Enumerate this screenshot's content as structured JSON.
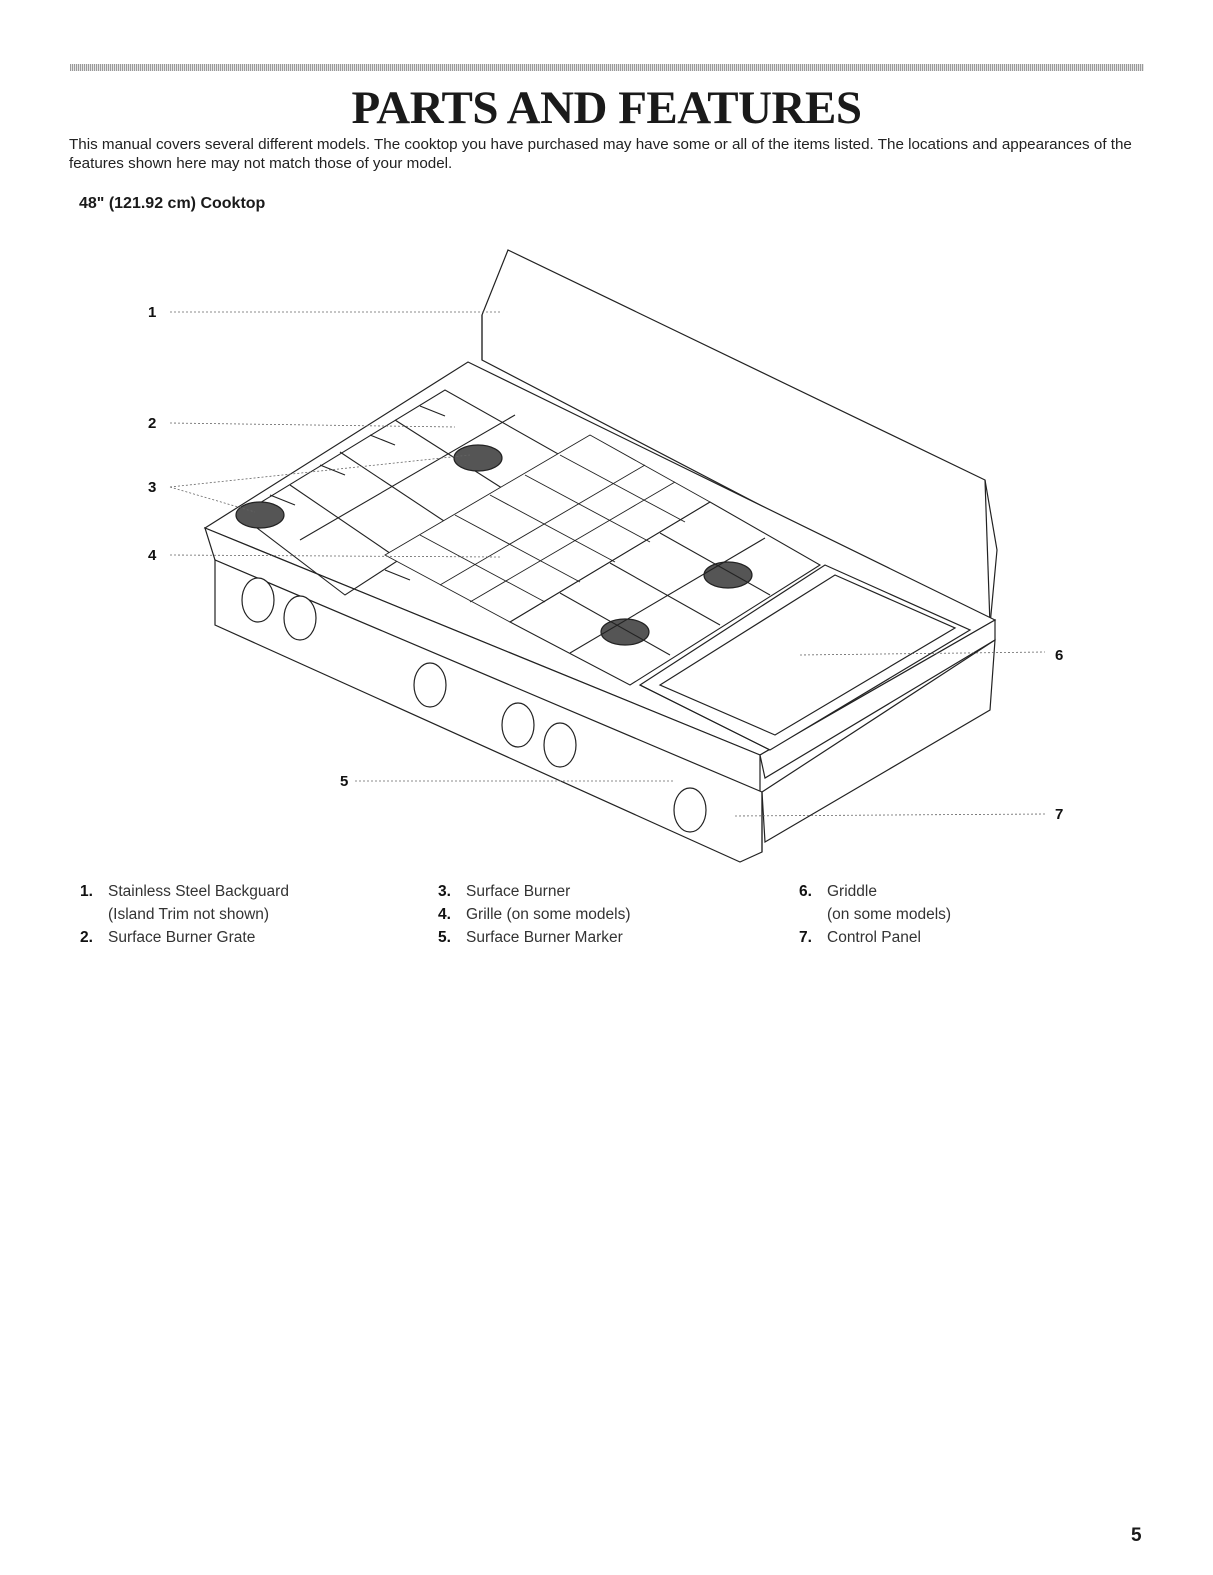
{
  "page": {
    "title": "PARTS AND FEATURES",
    "intro": "This manual covers several different models. The cooktop you have purchased may have some or all of the items listed. The locations and appearances of the features shown here may not match those of your model.",
    "subheading": "48\" (121.92 cm) Cooktop",
    "page_number": "5"
  },
  "diagram": {
    "callouts": [
      "1",
      "2",
      "3",
      "4",
      "5",
      "6",
      "7"
    ]
  },
  "legend": {
    "col1": [
      {
        "num": "1.",
        "text": "Stainless Steel Backguard\n(Island Trim not shown)"
      },
      {
        "num": "2.",
        "text": "Surface Burner Grate"
      }
    ],
    "col2": [
      {
        "num": "3.",
        "text": "Surface Burner"
      },
      {
        "num": "4.",
        "text": "Grille (on some models)"
      },
      {
        "num": "5.",
        "text": "Surface Burner Marker"
      }
    ],
    "col3": [
      {
        "num": "6.",
        "text": "Griddle\n(on some models)"
      },
      {
        "num": "7.",
        "text": "Control Panel"
      }
    ]
  }
}
